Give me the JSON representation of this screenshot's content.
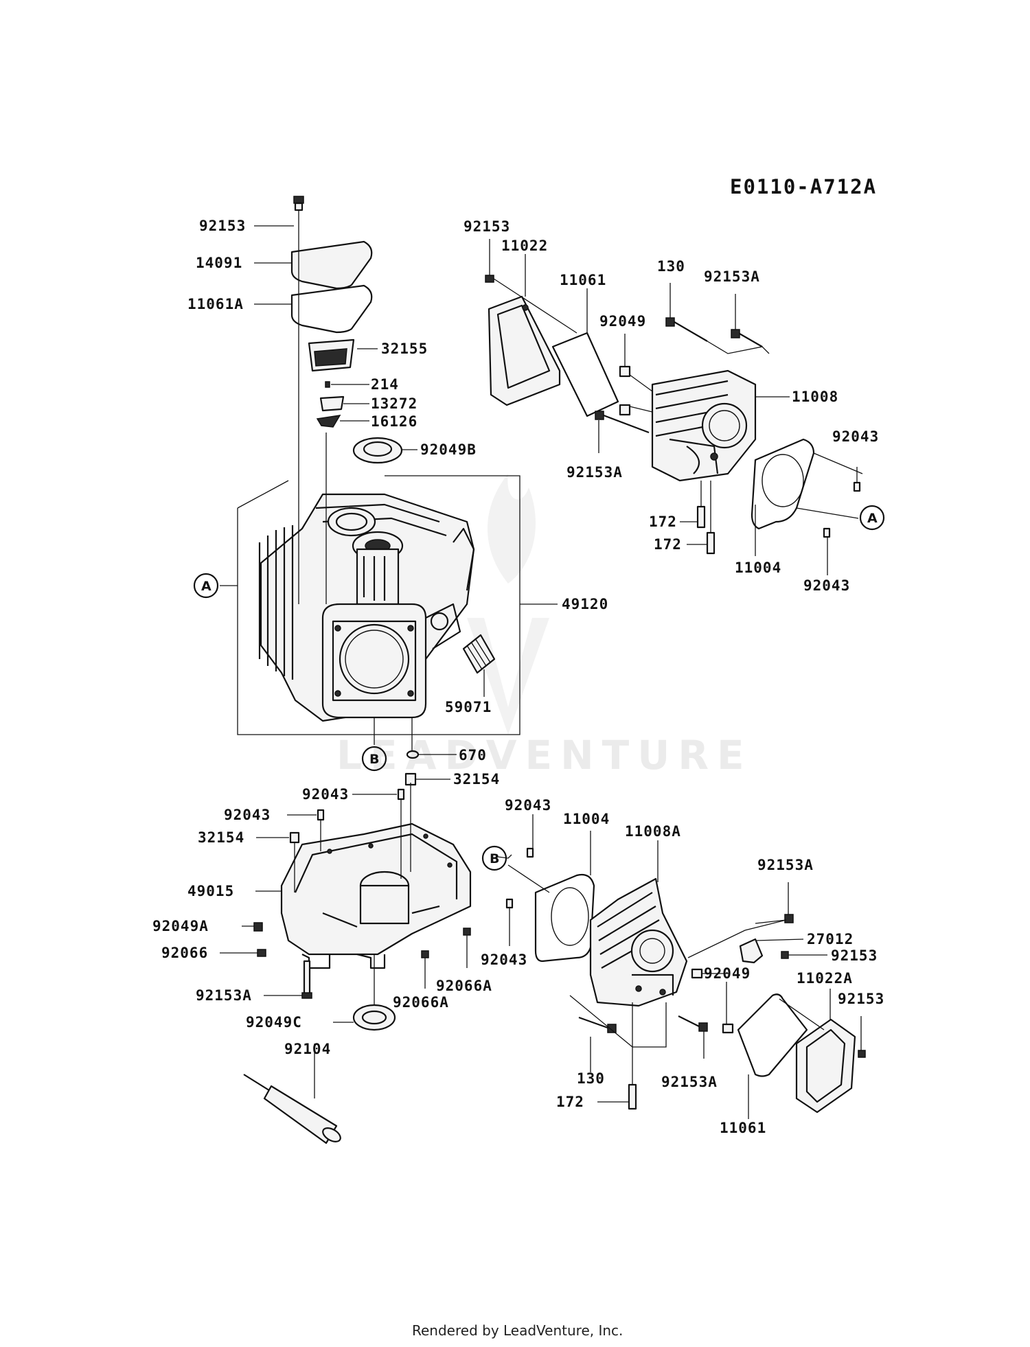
{
  "reference_code": "E0110-A712A",
  "footer": "Rendered by LeadVenture, Inc.",
  "watermark": "LEADVENTURE",
  "callouts": {
    "A": "A",
    "B": "B"
  },
  "labels": {
    "crankcase_group": [
      "92153",
      "14091",
      "11061A",
      "32155",
      "214",
      "13272",
      "16126",
      "92049B",
      "49120",
      "59071",
      "670"
    ],
    "cylinder_head_1": [
      "92153",
      "11022",
      "11061",
      "130",
      "92153A",
      "92049",
      "11008",
      "92153A",
      "92043",
      "172",
      "172",
      "11004",
      "92043"
    ],
    "crankcase_cover": [
      "92043",
      "32154",
      "92043",
      "32154",
      "49015",
      "92049A",
      "92066",
      "92153A",
      "92066A",
      "92066A",
      "92049C",
      "92104"
    ],
    "cylinder_head_2": [
      "92043",
      "11004",
      "11008A",
      "92153A",
      "27012",
      "92153",
      "92043",
      "92049",
      "11022A",
      "92153",
      "130",
      "92153A",
      "172",
      "11061"
    ]
  }
}
